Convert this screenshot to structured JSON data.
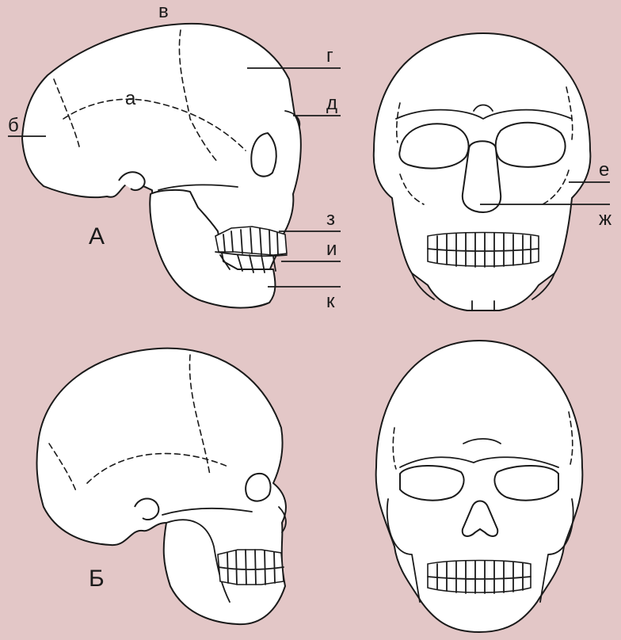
{
  "figure": {
    "labels": {
      "a": "а",
      "b": "б",
      "v": "в",
      "g": "г",
      "d": "д",
      "e": "е",
      "zh": "ж",
      "z": "з",
      "i": "и",
      "k": "к"
    },
    "row_labels": {
      "top": "А",
      "bottom": "Б"
    },
    "colors": {
      "background": "#e3c7c7",
      "bone": "#ffffff",
      "ink": "#1a1a1a"
    }
  }
}
